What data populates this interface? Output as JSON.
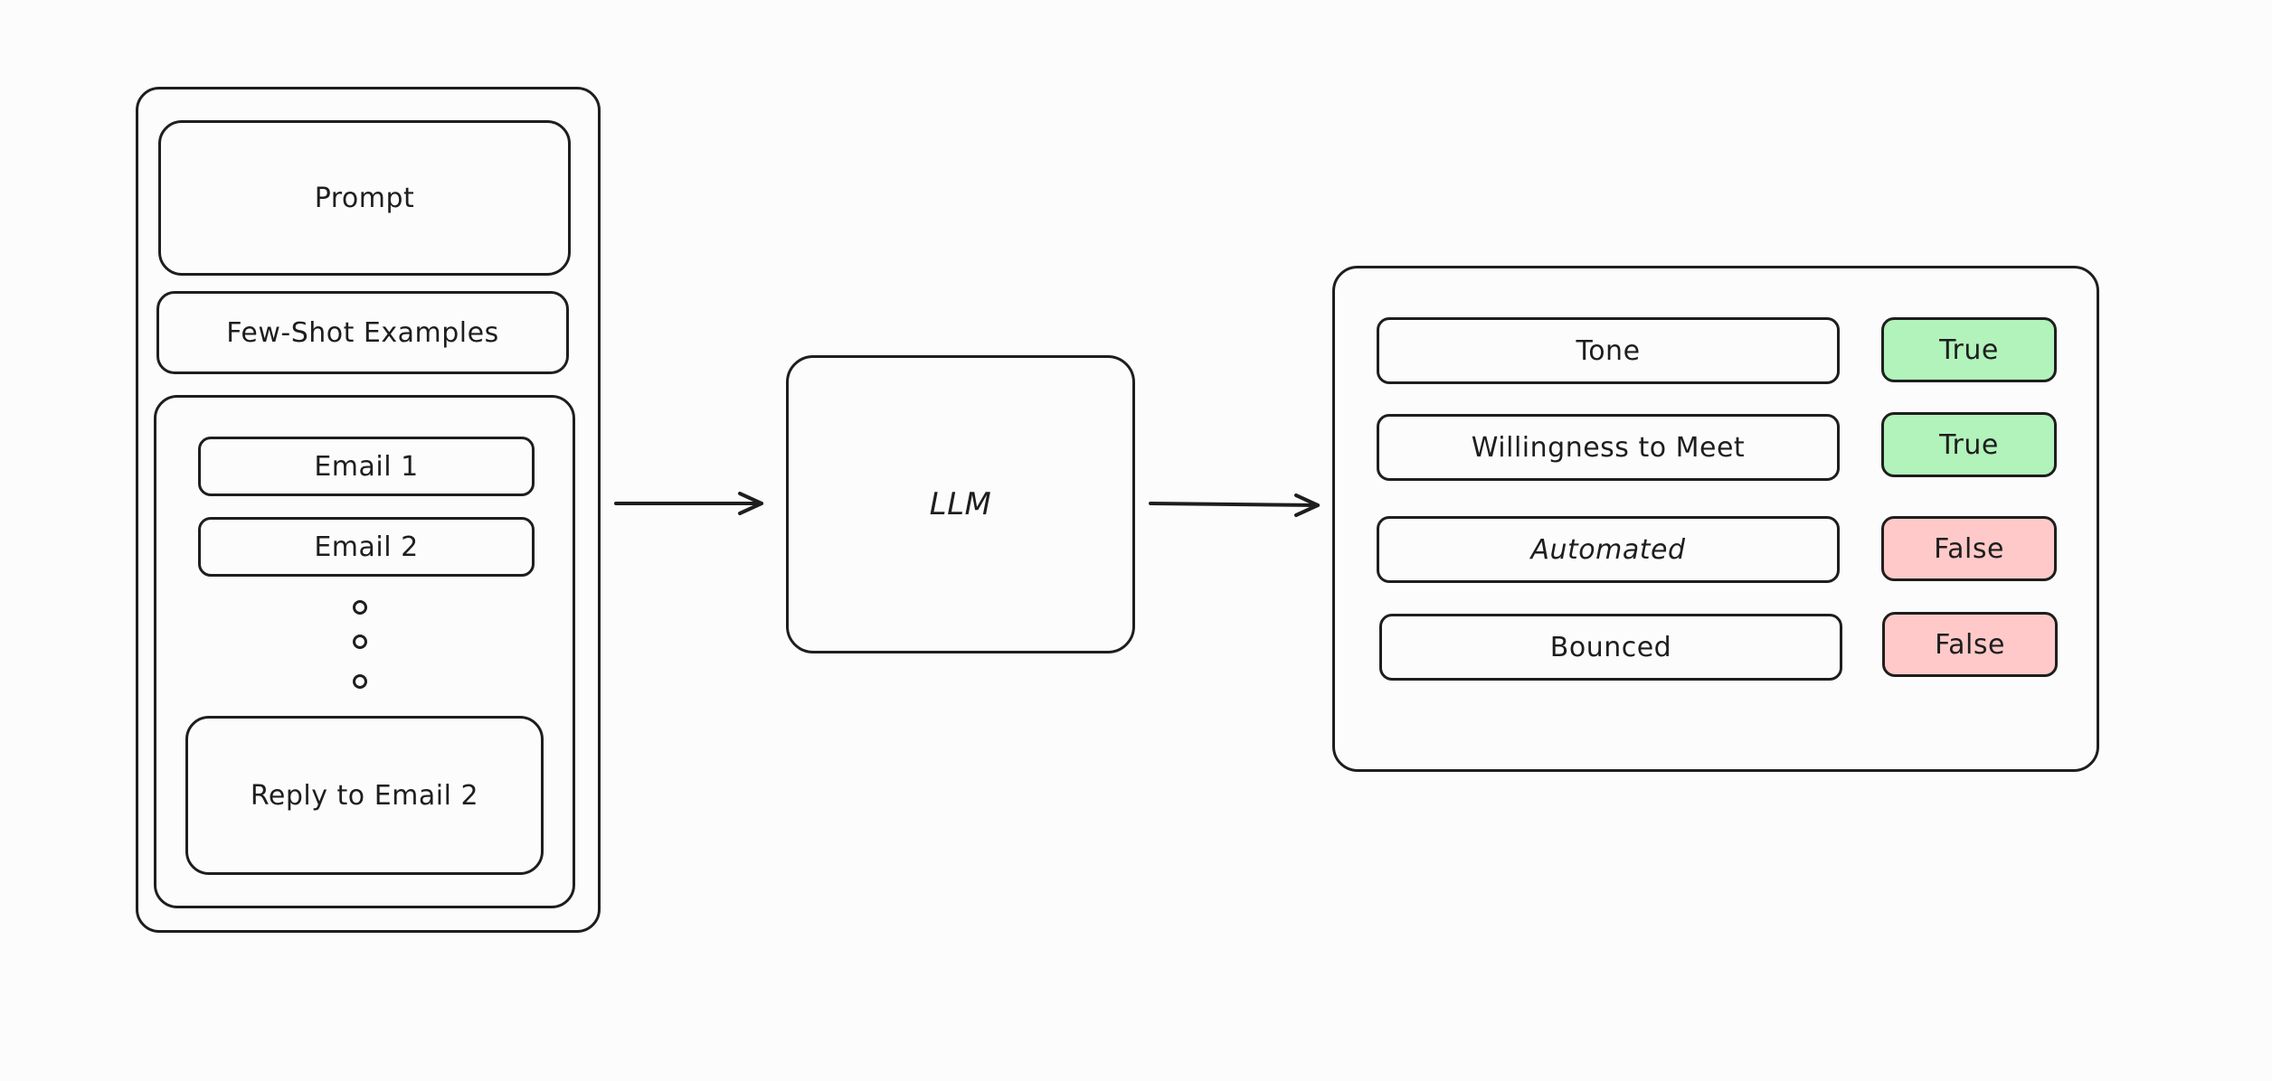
{
  "input_panel": {
    "prompt_label": "Prompt",
    "few_shot_label": "Few-Shot Examples",
    "emails": [
      "Email 1",
      "Email 2"
    ],
    "reply_label": "Reply to Email 2"
  },
  "model": {
    "label": "LLM"
  },
  "output_panel": {
    "rows": [
      {
        "attribute": "Tone",
        "value": "True"
      },
      {
        "attribute": "Willingness to Meet",
        "value": "True"
      },
      {
        "attribute": "Automated",
        "value": "False"
      },
      {
        "attribute": "Bounced",
        "value": "False"
      }
    ]
  },
  "colors": {
    "stroke": "#1e1e1e",
    "true_fill": "#b2f2bb",
    "false_fill": "#ffc9c9",
    "background": "#fcfcfc"
  }
}
